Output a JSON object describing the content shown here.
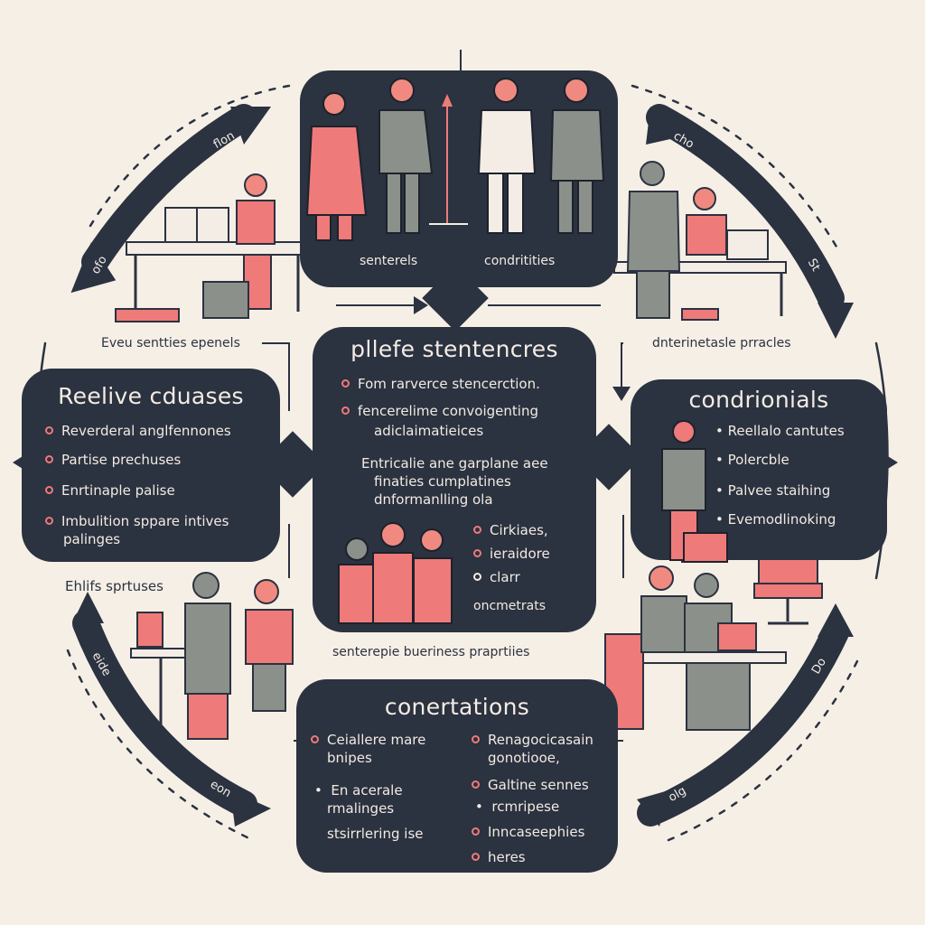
{
  "colors": {
    "background": "#f6efe6",
    "panel": "#2b3240",
    "accent_coral": "#ef7a7a",
    "suit_gray": "#8b918a",
    "text_light": "#f3ede6"
  },
  "panels": {
    "top": {
      "left_label": "senterels",
      "right_label": "condritities"
    },
    "center": {
      "title": "pllefe stentencres",
      "bullets": [
        "Fom rarverce stencerction.",
        "fencerelime convoigenting",
        "adiclaimatieices"
      ],
      "paragraph": [
        "Entricalie ane garplane aee",
        "finaties cumplatines",
        "dnformanlling ola"
      ],
      "sub_bullets": [
        "Cirkiaes,",
        "ieraidore",
        "clarr"
      ],
      "footer": "oncmetrats"
    },
    "left": {
      "title": "Reelive cduases",
      "bullets": [
        "Reverderal anglfennones",
        "Partise prechuses",
        "Enrtinaple palise",
        "Imbulition sppare intives",
        "palinges"
      ]
    },
    "right": {
      "title": "condrionials",
      "bullets": [
        "Reellalo cantutes",
        "Polercble",
        "Palvee staihing",
        "Evemodlinoking"
      ]
    },
    "bottom": {
      "title": "conertations",
      "left_bullets": [
        "Ceiallere mare",
        "bnipes",
        "En acerale",
        "rmalinges",
        "stsirrlering ise"
      ],
      "right_bullets": [
        "Renagocicasain",
        "gonotiooe,",
        "Galtine sennes",
        "rcmripese",
        "Inncaseephies",
        "heres"
      ]
    }
  },
  "captions": {
    "left_top": "Eveu sentties epenels",
    "right_top": "dnterinetasle prracles",
    "left_bottom": "Ehlifs sprtuses",
    "bottom_center": "senterepie bueriness praprtiies"
  },
  "arrow_labels": {
    "top_left": "flon",
    "top_right": "cho",
    "right_upper": "St",
    "left_upper": "ofo",
    "left_lower": "eide",
    "right_lower": "Do",
    "bottom_left": "eon",
    "bottom_right": "olg"
  },
  "icons": [
    "person-icon",
    "desk-icon",
    "laptop-icon",
    "book-icon",
    "briefcase-icon",
    "chair-icon",
    "diamond-node-icon",
    "arrow-icon"
  ]
}
